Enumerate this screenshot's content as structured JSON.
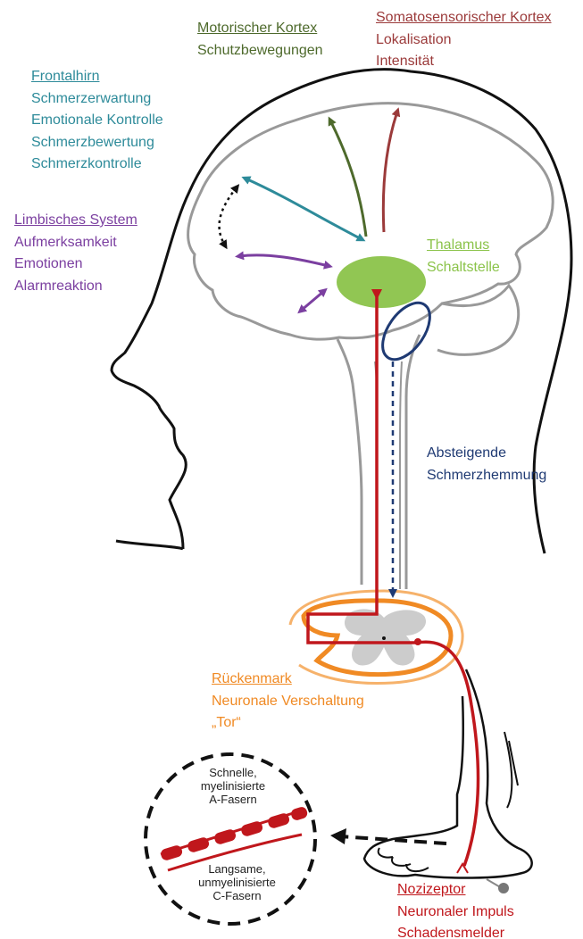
{
  "colors": {
    "motor": "#4e6a2c",
    "somato": "#9b3a3a",
    "frontal": "#2e8b9a",
    "limbic": "#7b3fa0",
    "thalamus": "#8bc34a",
    "descending": "#1f3a73",
    "spinal": "#f08a24",
    "nociceptor": "#c0171c",
    "outline": "#999999"
  },
  "labels": {
    "motor": {
      "title": "Motorischer Kortex",
      "lines": [
        "Schutzbewegungen"
      ]
    },
    "somato": {
      "title": "Somatosensorischer Kortex",
      "lines": [
        "Lokalisation",
        "Intensität"
      ]
    },
    "frontal": {
      "title": "Frontalhirn",
      "lines": [
        "Schmerzerwartung",
        "Emotionale Kontrolle",
        "Schmerzbewertung",
        "Schmerzkontrolle"
      ]
    },
    "limbic": {
      "title": "Limbisches System",
      "lines": [
        "Aufmerksamkeit",
        "Emotionen",
        "Alarmreaktion"
      ]
    },
    "thalamus": {
      "title": "Thalamus",
      "lines": [
        "Schaltstelle"
      ]
    },
    "descending": {
      "title": "",
      "lines": [
        "Absteigende",
        "Schmerzhemmung"
      ]
    },
    "spinal": {
      "title": "Rückenmark",
      "lines": [
        "Neuronale Verschaltung",
        "„Tor“"
      ]
    },
    "nociceptor": {
      "title": "Nozizeptor",
      "lines": [
        "Neuronaler Impuls",
        "Schadensmelder"
      ]
    }
  },
  "fibers": {
    "fast": [
      "Schnelle,",
      "myelinisierte",
      "A-Fasern"
    ],
    "slow": [
      "Langsame,",
      "unmyelinisierte",
      "C-Fasern"
    ]
  }
}
